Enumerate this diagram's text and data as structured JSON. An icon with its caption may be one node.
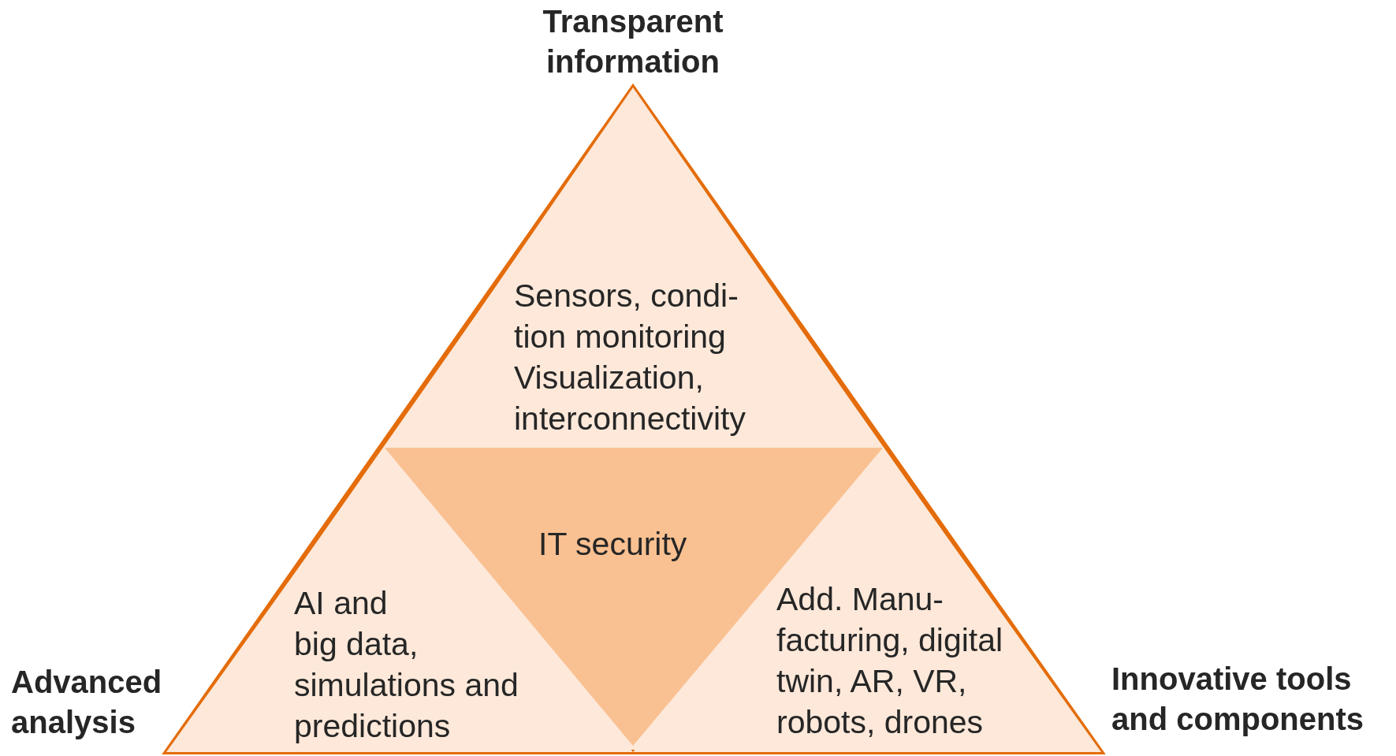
{
  "diagram": {
    "nodes": [
      {
        "text": [],
        "shape": "triangle"
      },
      {
        "text": [
          "Sensors, condi- tion monitoring Visualization, interconnectivity"
        ],
        "in": 0,
        "beside": [
          "Transparent information"
        ]
      },
      {
        "text": [
          "AI and",
          "big data, simulations and predictions"
        ],
        "in": 0,
        "beside": [
          "Advanced analysis"
        ]
      },
      {
        "text": [
          "IT security"
        ],
        "in": 0
      },
      {
        "text": [
          "Add. Manu- facturing, digital twin, AR, VR, robots, drones"
        ],
        "in": 0,
        "beside": [
          "Innovative tools and components"
        ]
      }
    ]
  }
}
